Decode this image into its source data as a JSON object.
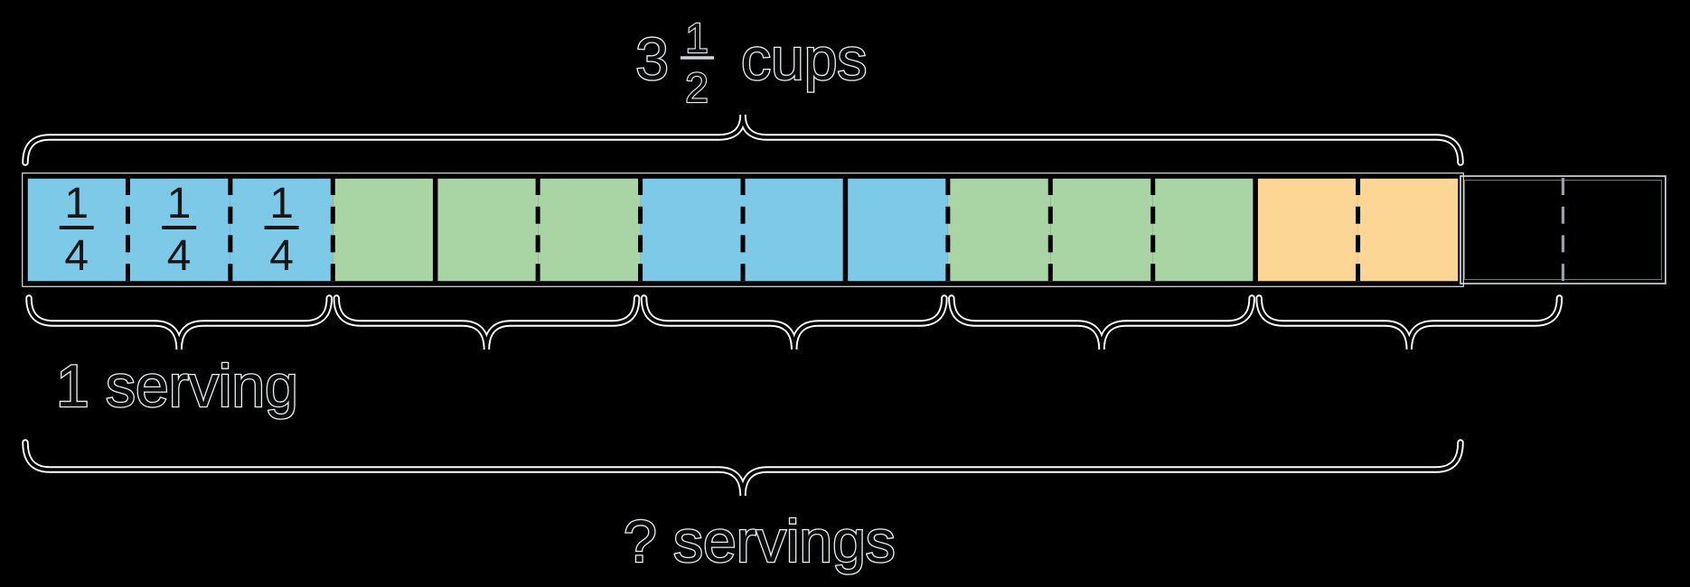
{
  "background": "#000000",
  "palette": {
    "blue": "#7CCAE8",
    "green": "#A9D4A4",
    "orange": "#FCD694",
    "empty": "none",
    "line": "#000000",
    "edge": "#FFFFFF",
    "empty_edge": "#CDD3D6",
    "empty_edge_inner": "#6F7477",
    "empty_dash": "#9BA1A4",
    "cell_text": "#151515",
    "label_fill": "#0B0B0B",
    "label_edge": "#E9EEF1",
    "vinculum": "#CFD6DA"
  },
  "title": {
    "whole": "3",
    "numerator": "1",
    "denominator": "2",
    "unit": "cups"
  },
  "cell_fraction": {
    "numerator": "1",
    "denominator": "4"
  },
  "cells": [
    {
      "fill": "blue",
      "label": true
    },
    {
      "fill": "blue",
      "label": true
    },
    {
      "fill": "blue",
      "label": true
    },
    {
      "fill": "green",
      "label": false
    },
    {
      "fill": "green",
      "label": false
    },
    {
      "fill": "green",
      "label": false
    },
    {
      "fill": "blue",
      "label": false
    },
    {
      "fill": "blue",
      "label": false
    },
    {
      "fill": "blue",
      "label": false
    },
    {
      "fill": "green",
      "label": false
    },
    {
      "fill": "green",
      "label": false
    },
    {
      "fill": "green",
      "label": false
    },
    {
      "fill": "orange",
      "label": false
    },
    {
      "fill": "orange",
      "label": false
    },
    {
      "fill": "empty",
      "label": false
    },
    {
      "fill": "empty",
      "label": false
    }
  ],
  "filled_cells": 14,
  "cells_per_serving": 3,
  "serving_brace_count": 5,
  "cup_boundaries_after_cells": [
    4,
    8,
    12
  ],
  "labels": {
    "serving": "1 serving",
    "question": "? servings"
  }
}
